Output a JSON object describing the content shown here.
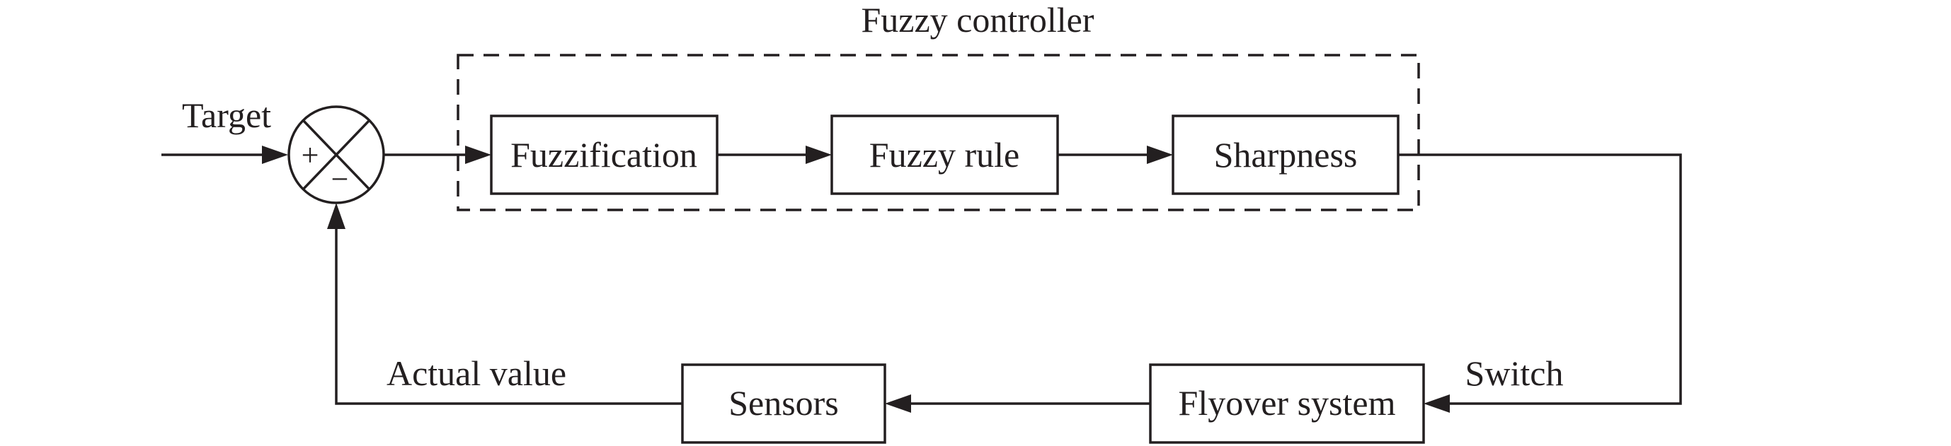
{
  "diagram": {
    "title": "Fuzzy controller",
    "input_label": "Target",
    "feedback_label": "Actual value",
    "switch_label": "Switch",
    "summing_junction": {
      "plus": "+",
      "minus": "−"
    },
    "controller_blocks": [
      {
        "id": "fuzzification",
        "label": "Fuzzification"
      },
      {
        "id": "fuzzy-rule",
        "label": "Fuzzy rule"
      },
      {
        "id": "sharpness",
        "label": "Sharpness"
      }
    ],
    "plant_blocks": [
      {
        "id": "flyover-system",
        "label": "Flyover system"
      },
      {
        "id": "sensors",
        "label": "Sensors"
      }
    ],
    "colors": {
      "stroke": "#231f20",
      "background": "#ffffff"
    }
  }
}
